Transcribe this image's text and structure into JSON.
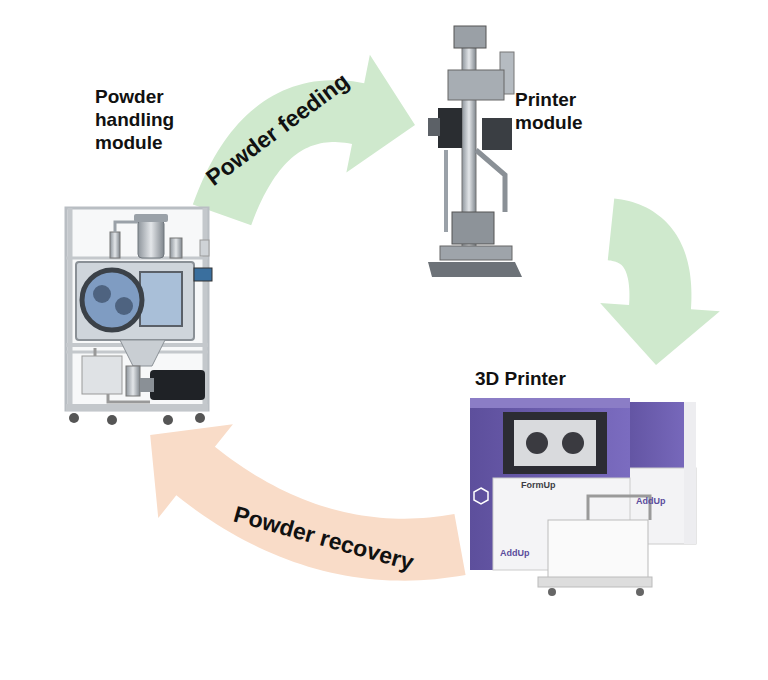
{
  "diagram": {
    "nodes": [
      {
        "text": [
          "Powder handling module"
        ]
      },
      {
        "text": [
          "Printer module"
        ]
      },
      {
        "text": [
          "3D Printer"
        ]
      }
    ],
    "edges": [
      {
        "from": 0,
        "to": 1,
        "label": "Powder feeding",
        "arrow": "to"
      },
      {
        "from": 1,
        "to": 2,
        "arrow": "to"
      },
      {
        "from": 2,
        "to": 0,
        "label": "Powder recovery",
        "arrow": "to"
      }
    ],
    "labels": [
      "FormUp",
      "AddUp",
      "AddUp"
    ]
  }
}
